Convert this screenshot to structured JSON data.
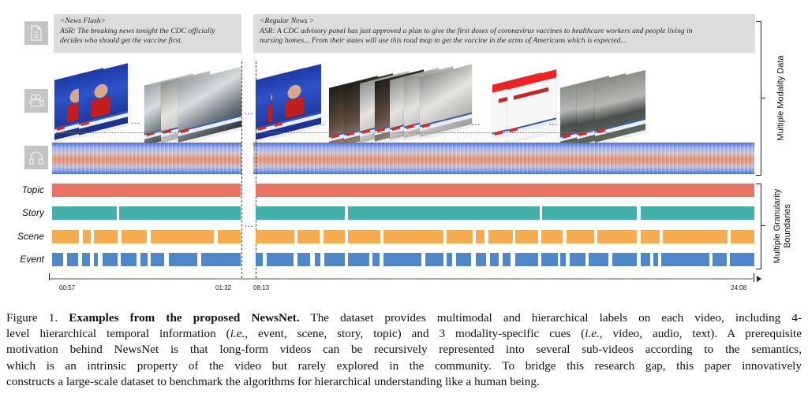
{
  "figure": {
    "asr": [
      {
        "tag": "<News Flash>",
        "lines": [
          "ASR: The breaking news tonight the CDC officially",
          "decides who should get the vaccine first."
        ]
      },
      {
        "tag": "<Regular News >",
        "lines": [
          "ASR: A CDC advisory panel has just approved a plan to give the first doses of coronavirus vaccines to healthcare workers and people living in",
          "nursing homes... From their states will use this road map to get the vaccine in the arms of Americans which is expected..."
        ]
      }
    ],
    "modality_icons": [
      "document-icon",
      "video-camera-icon",
      "headphones-icon"
    ],
    "ellipsis": "…",
    "bracket_labels": {
      "modality": "Multiple Modality Data",
      "granularity_line1": "Multiple Granularity",
      "granularity_line2": "Boundaries"
    },
    "colors": {
      "topic": "#e87461",
      "story": "#43b0ab",
      "scene": "#f5ab50",
      "event": "#4f88c8"
    }
  },
  "chart_data": {
    "type": "timeline",
    "title": "",
    "rows": [
      "Topic",
      "Story",
      "Scene",
      "Event"
    ],
    "x_segments": [
      {
        "start": "00:57",
        "end": "01:32"
      },
      {
        "start": "08:13",
        "end": "24:08"
      }
    ],
    "tick_labels": [
      "00:57",
      "01:32",
      "08:13",
      "24:08"
    ],
    "units": "fraction of each visible time span",
    "boundaries": {
      "left": {
        "Topic": [
          [
            0.0,
            1.0
          ]
        ],
        "Story": [
          [
            0.0,
            0.343
          ],
          [
            0.356,
            1.0
          ]
        ],
        "Scene": [
          [
            0.0,
            0.142
          ],
          [
            0.163,
            0.205
          ],
          [
            0.222,
            0.347
          ],
          [
            0.368,
            0.502
          ],
          [
            0.523,
            0.858
          ],
          [
            0.879,
            1.0
          ]
        ],
        "Event": [
          [
            0.0,
            0.059
          ],
          [
            0.079,
            0.138
          ],
          [
            0.159,
            0.201
          ],
          [
            0.222,
            0.243
          ],
          [
            0.268,
            0.347
          ],
          [
            0.364,
            0.448
          ],
          [
            0.469,
            0.506
          ],
          [
            0.523,
            0.594
          ],
          [
            0.619,
            0.77
          ],
          [
            0.791,
            1.0
          ]
        ]
      },
      "right": {
        "Topic": [
          [
            0.0,
            1.0
          ]
        ],
        "Story": [
          [
            0.0,
            0.179
          ],
          [
            0.185,
            0.57
          ],
          [
            0.575,
            0.764
          ],
          [
            0.772,
            1.0
          ]
        ],
        "Scene": [
          [
            0.0,
            0.078
          ],
          [
            0.084,
            0.128
          ],
          [
            0.136,
            0.179
          ],
          [
            0.185,
            0.25
          ],
          [
            0.256,
            0.377
          ],
          [
            0.383,
            0.435
          ],
          [
            0.441,
            0.459
          ],
          [
            0.467,
            0.516
          ],
          [
            0.521,
            0.566
          ],
          [
            0.573,
            0.616
          ],
          [
            0.623,
            0.679
          ],
          [
            0.685,
            0.764
          ],
          [
            0.772,
            0.81
          ],
          [
            0.816,
            0.946
          ],
          [
            0.953,
            1.0
          ]
        ],
        "Event": [
          [
            0.0,
            0.014
          ],
          [
            0.022,
            0.076
          ],
          [
            0.084,
            0.109
          ],
          [
            0.119,
            0.13
          ],
          [
            0.138,
            0.179
          ],
          [
            0.185,
            0.228
          ],
          [
            0.234,
            0.248
          ],
          [
            0.256,
            0.332
          ],
          [
            0.34,
            0.377
          ],
          [
            0.383,
            0.394
          ],
          [
            0.402,
            0.432
          ],
          [
            0.441,
            0.462
          ],
          [
            0.47,
            0.487
          ],
          [
            0.495,
            0.511
          ],
          [
            0.521,
            0.566
          ],
          [
            0.573,
            0.606
          ],
          [
            0.611,
            0.622
          ],
          [
            0.63,
            0.661
          ],
          [
            0.668,
            0.707
          ],
          [
            0.715,
            0.764
          ],
          [
            0.772,
            0.791
          ],
          [
            0.797,
            0.807
          ],
          [
            0.814,
            0.91
          ],
          [
            0.916,
            0.945
          ],
          [
            0.951,
            1.0
          ]
        ]
      }
    }
  },
  "caption": {
    "prefix": "Figure 1.",
    "bold": "Examples from the proposed NewsNet.",
    "line1_rest": "The dataset provides multimodal and hierarchical labels on each video, including 4-",
    "line2_a": "level hierarchical temporal information (",
    "ie": "i.e.",
    "line2_b": ", event, scene, story, topic) and 3 modality-specific cues (",
    "line2_c": ", video, audio, text).  A prerequisite",
    "line3": "motivation behind NewsNet is that long-form videos can be recursively represented into several sub-videos according to the semantics,",
    "line4": "which is an intrinsic property of the video but rarely explored in the community.  To bridge this research gap, this paper innovatively",
    "line5": "constructs a large-scale dataset to benchmark the algorithms for hierarchical understanding like a human being."
  }
}
